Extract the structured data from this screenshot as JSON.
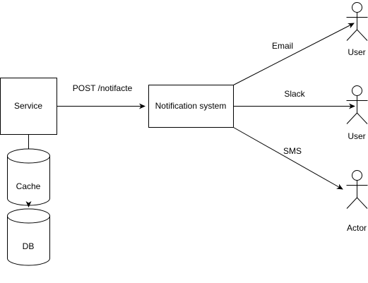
{
  "nodes": {
    "service": "Service",
    "cache": "Cache",
    "db": "DB",
    "notification_system": "Notification system"
  },
  "actors": {
    "user_top": "User",
    "user_middle": "User",
    "actor_bottom": "Actor"
  },
  "edges": {
    "service_to_notification": "POST /notifacte",
    "email": "Email",
    "slack": "Slack",
    "sms": "SMS"
  },
  "icons": [
    "stick-figure-icon",
    "cylinder-icon",
    "arrowhead-icon"
  ],
  "colors": {
    "stroke": "#000000",
    "fill": "#ffffff",
    "text": "#000000"
  }
}
